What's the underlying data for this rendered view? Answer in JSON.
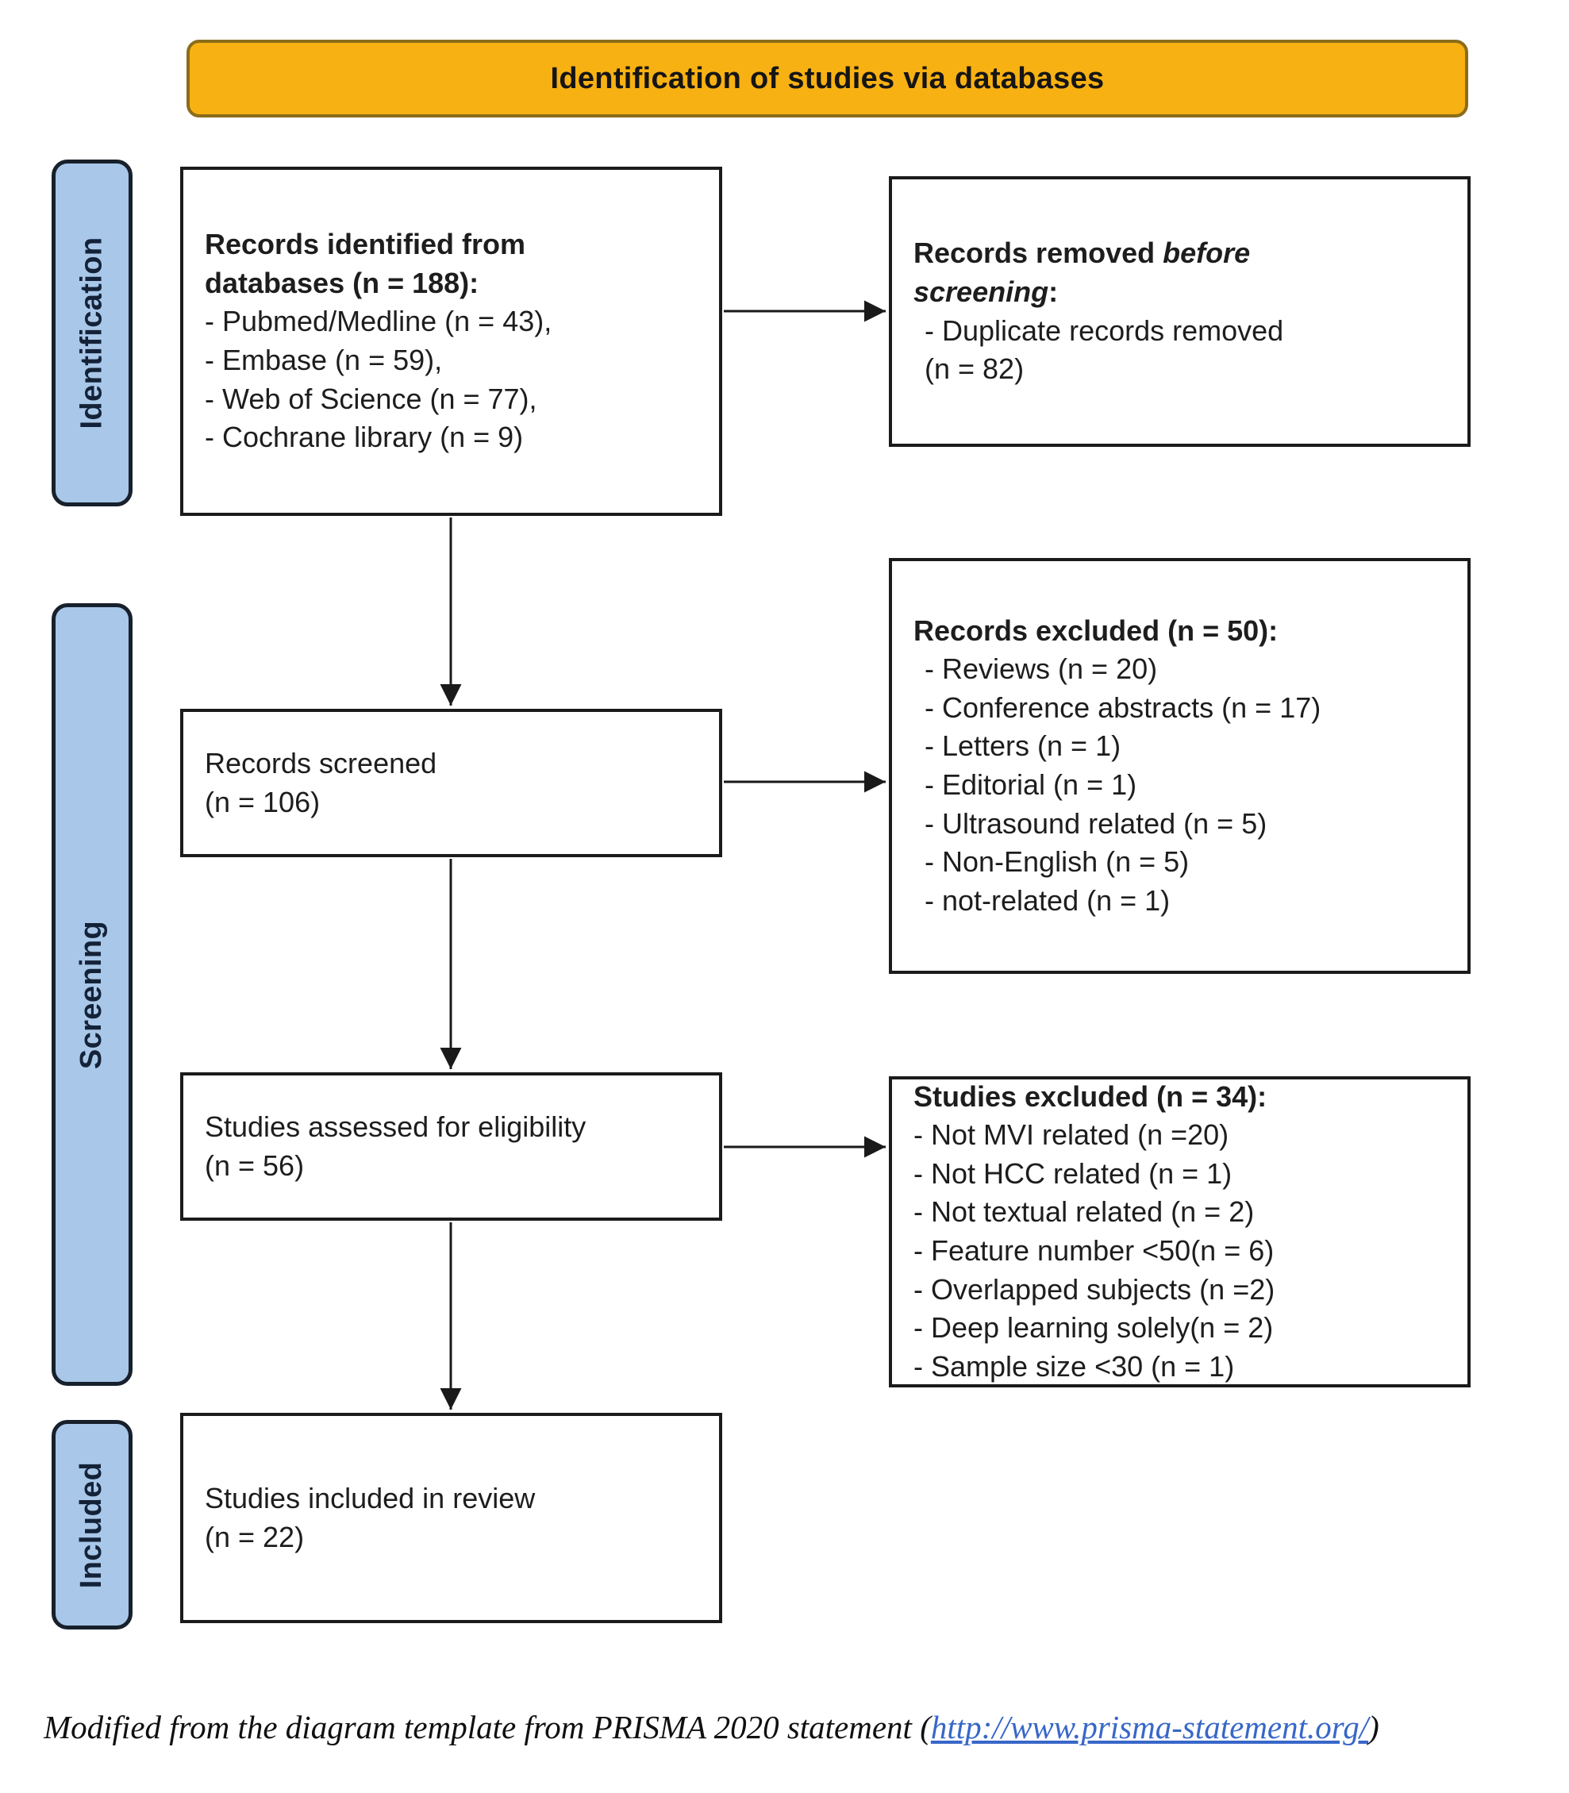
{
  "banner": {
    "title": "Identification of studies via databases"
  },
  "stage_labels": [
    {
      "label": "Identification"
    },
    {
      "label": "Screening"
    },
    {
      "label": "Included"
    }
  ],
  "boxes": {
    "identified": {
      "lines": [
        "Records identified from",
        "databases (n = 188):",
        "- Pubmed/Medline (n = 43),",
        "- Embase (n = 59),",
        "- Web of Science (n = 77),",
        "- Cochrane library (n = 9)"
      ]
    },
    "removed": {
      "heading_part1": "Records removed ",
      "heading_part2": "before screening",
      "heading_part3": ":",
      "lines": [
        "- Duplicate records removed",
        "(n = 82)"
      ]
    },
    "screened": {
      "lines": [
        "Records screened",
        "(n = 106)"
      ]
    },
    "records_excluded": {
      "heading": "Records excluded (n = 50):",
      "items": [
        "- Reviews (n = 20)",
        "- Conference abstracts (n = 17)",
        "- Letters (n = 1)",
        "- Editorial (n = 1)",
        "- Ultrasound related (n = 5)",
        "- Non-English (n = 5)",
        "- not-related (n = 1)"
      ]
    },
    "assessed": {
      "lines": [
        "Studies assessed for eligibility",
        "(n = 56)"
      ]
    },
    "studies_excluded": {
      "heading": "Studies excluded (n = 34):",
      "items": [
        "- Not MVI related (n =20)",
        "- Not HCC related (n = 1)",
        "- Not textual related (n = 2)",
        "- Feature number <50(n = 6)",
        "- Overlapped subjects (n =2)",
        "- Deep learning solely(n = 2)",
        "- Sample size <30 (n = 1)"
      ]
    },
    "included": {
      "lines": [
        "Studies included in review",
        "(n = 22)"
      ]
    }
  },
  "footer": {
    "prefix": "Modified from the diagram template from PRISMA 2020 statement (",
    "link_text": "http://www.prisma-statement.org/",
    "suffix": ")"
  },
  "colors": {
    "banner_fill": "#F8B112",
    "banner_border": "#8A6D1A",
    "stage_bar_fill": "#A8C7E9",
    "stage_bar_border": "#17202B",
    "box_border": "#1B1B1B",
    "arrow": "#1A1A1A",
    "link": "#3867C8"
  }
}
